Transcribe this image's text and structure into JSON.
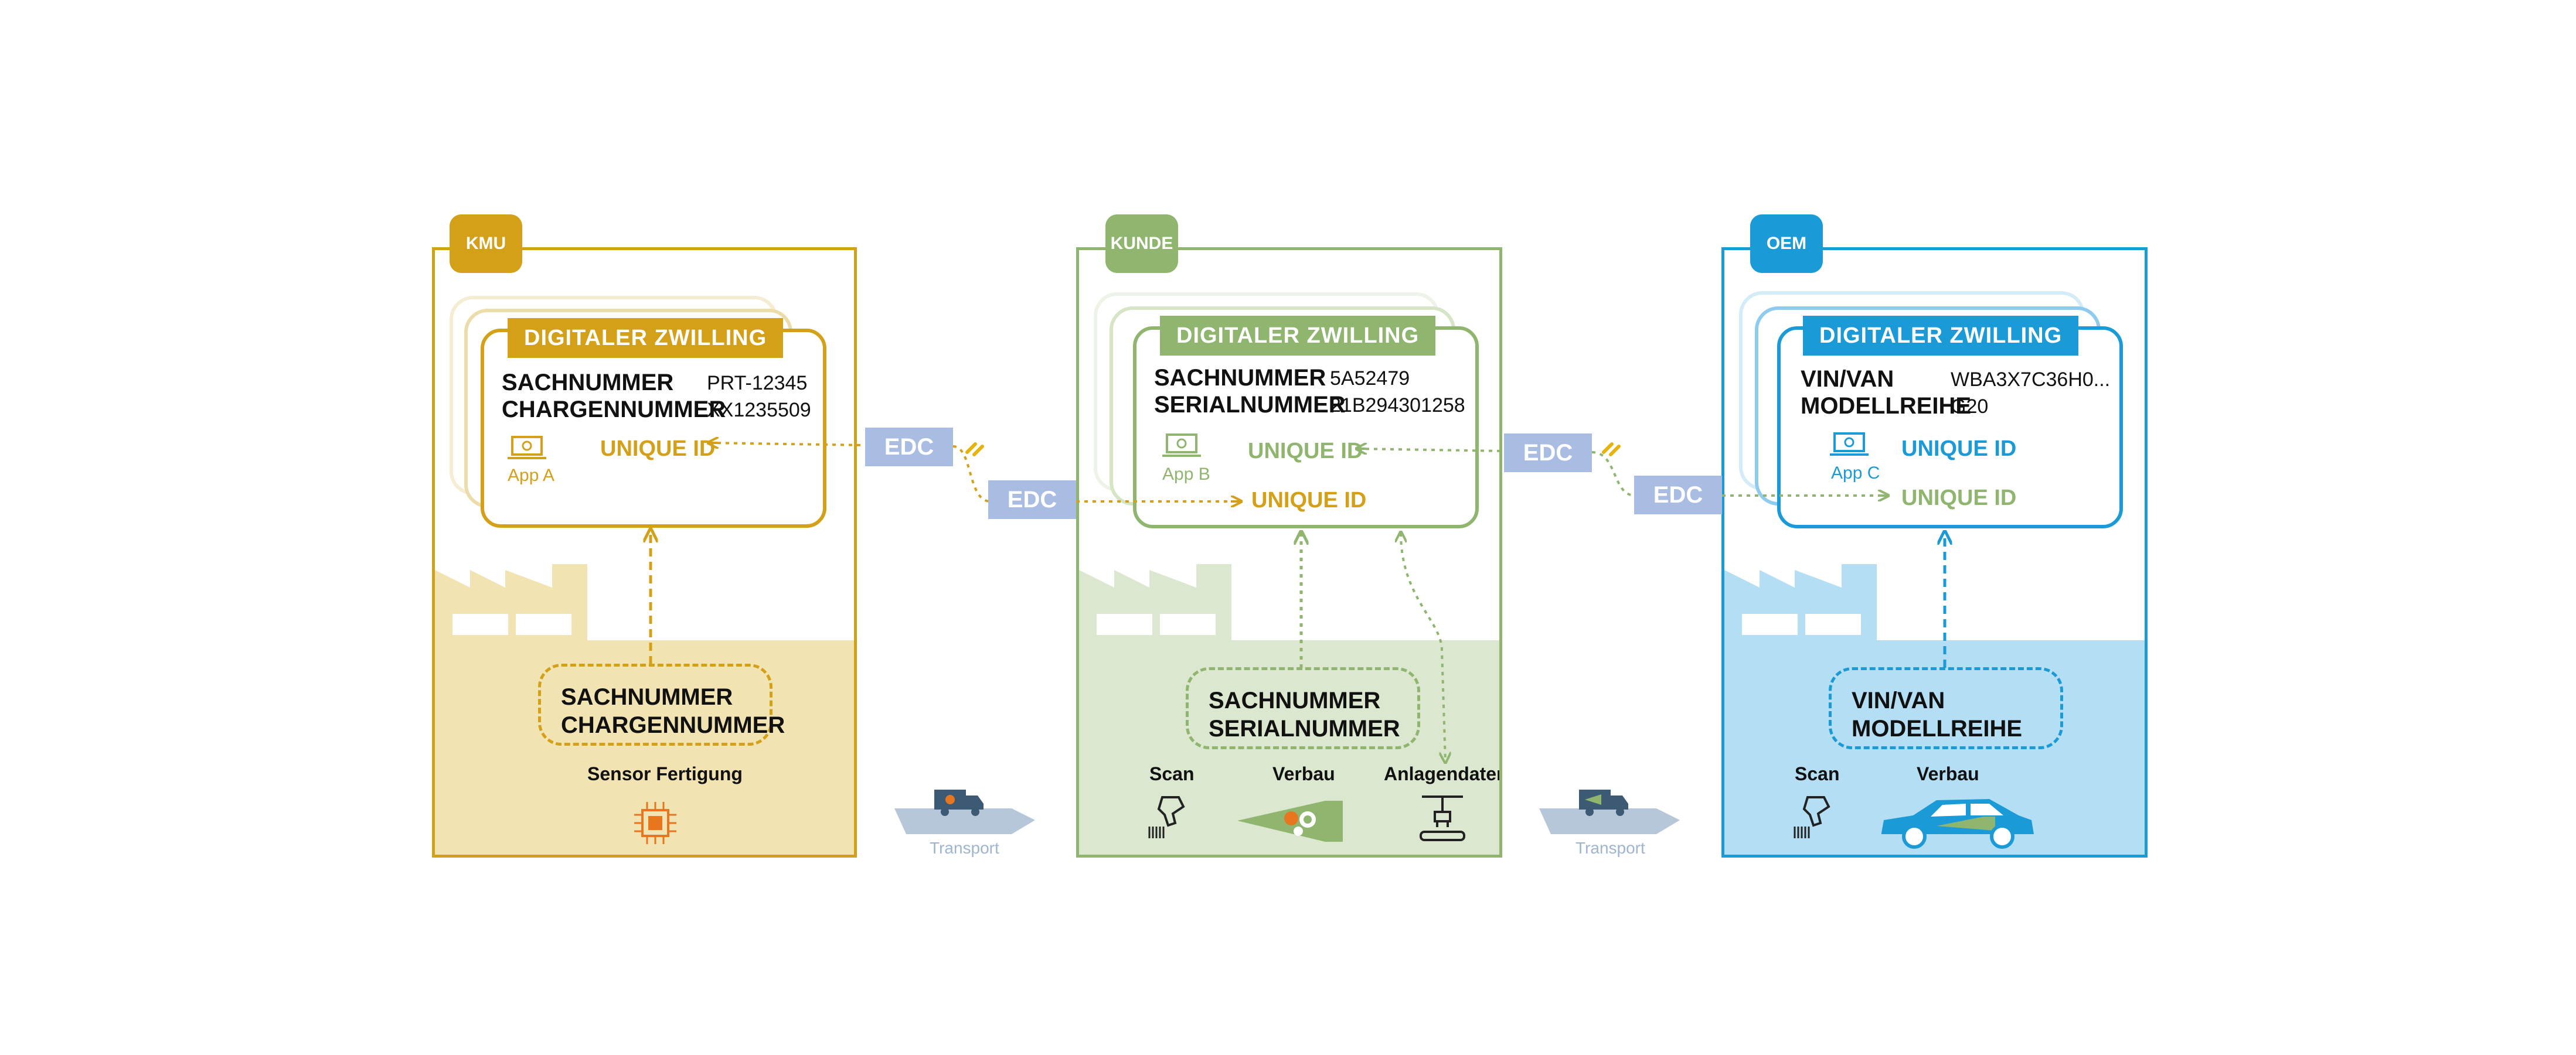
{
  "colors": {
    "kmu": "#d4a017",
    "kunde": "#8fb56e",
    "oem": "#1a9ad6",
    "edc": "#a9bde2",
    "transport": "#b7c7da"
  },
  "panels": [
    {
      "tag": "KMU",
      "card_title": "DIGITALER ZWILLING",
      "fields": [
        {
          "label": "SACHNUMMER",
          "value": "PRT-12345"
        },
        {
          "label": "CHARGENNUMMER",
          "value": "XX1235509"
        }
      ],
      "app": "App A",
      "uid": "UNIQUE ID",
      "source": [
        "SACHNUMMER",
        "CHARGENNUMMER"
      ],
      "bottom_labels": [
        "Sensor Fertigung"
      ],
      "icons": [
        "laptop-icon",
        "chip-icon",
        "factory-icon"
      ]
    },
    {
      "tag": "KUNDE",
      "card_title": "DIGITALER ZWILLING",
      "fields": [
        {
          "label": "SACHNUMMER",
          "value": "5A52479"
        },
        {
          "label": "SERIALNUMMER",
          "value": "21B294301258"
        }
      ],
      "app": "App B",
      "uid": "UNIQUE ID",
      "uid_in": "UNIQUE ID",
      "source": [
        "SACHNUMMER",
        "SERIALNUMMER"
      ],
      "bottom_labels": [
        "Scan",
        "Verbau",
        "Anlagendaten"
      ],
      "icons": [
        "laptop-icon",
        "scanner-icon",
        "assembly-icon",
        "robot-arm-icon",
        "factory-icon"
      ]
    },
    {
      "tag": "OEM",
      "card_title": "DIGITALER ZWILLING",
      "fields": [
        {
          "label": "VIN/VAN",
          "value": "WBA3X7C36H0..."
        },
        {
          "label": "MODELLREIHE",
          "value": "G20"
        }
      ],
      "app": "App C",
      "uid": "UNIQUE ID",
      "uid_in": "UNIQUE ID",
      "source": [
        "VIN/VAN",
        "MODELLREIHE"
      ],
      "bottom_labels": [
        "Scan",
        "Verbau"
      ],
      "icons": [
        "laptop-icon",
        "scanner-icon",
        "car-icon",
        "factory-icon"
      ]
    }
  ],
  "connectors": {
    "edc_label": "EDC",
    "transport_label": "Transport"
  }
}
